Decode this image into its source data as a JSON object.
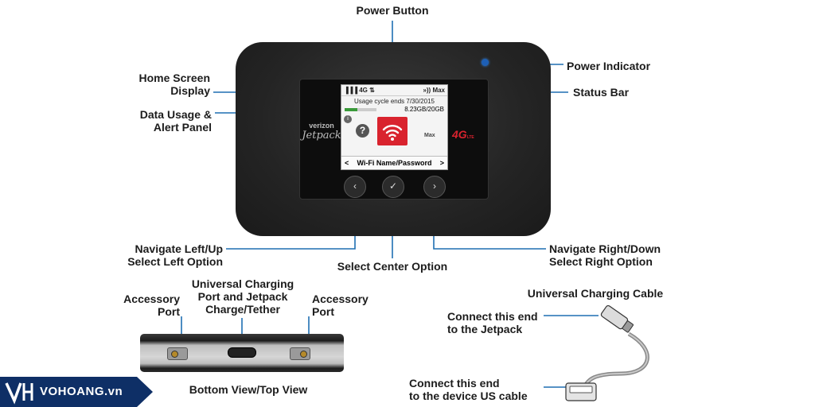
{
  "labels": {
    "power_button": "Power Button",
    "power_indicator": "Power Indicator",
    "home_screen_display": [
      "Home Screen",
      "Display"
    ],
    "status_bar": "Status Bar",
    "data_usage_alert": [
      "Data Usage &",
      "Alert Panel"
    ],
    "navigate_left": [
      "Navigate Left/Up",
      "Select Left Option"
    ],
    "select_center": "Select Center Option",
    "navigate_right": [
      "Navigate Right/Down",
      "Select Right Option"
    ],
    "accessory_port_left": [
      "Accessory",
      "Port"
    ],
    "universal_charging_port": [
      "Universal Charging",
      "Port and Jetpack",
      "Charge/Tether"
    ],
    "accessory_port_right": [
      "Accessory",
      "Port"
    ],
    "bottom_view": "Bottom View/Top View",
    "universal_charging_cable": "Universal Charging Cable",
    "connect_jetpack": [
      "Connect this end",
      "to the Jetpack"
    ],
    "connect_device": [
      "Connect this end",
      "to the device US cable"
    ]
  },
  "screen": {
    "status_left": "▐▐▐ 4G ⇅",
    "status_right": "»)) Max",
    "usage_cycle": "Usage cycle ends 7/30/2015",
    "usage_amount": "8.23GB/20GB",
    "usage_fraction": 0.41,
    "help_glyph": "?",
    "max_label": "Max",
    "network_label": "Wi-Fi Name/Password",
    "nav_left_glyph": "<",
    "nav_right_glyph": ">"
  },
  "device": {
    "brand": "verizon",
    "model": "Jetpack",
    "network_badge": "4G",
    "network_badge_sub": "LTE",
    "btn_left_glyph": "‹",
    "btn_center_glyph": "✓",
    "btn_right_glyph": "›"
  },
  "logo": {
    "text": "VOHOANG.vn"
  },
  "colors": {
    "callout_line": "#1f6fb2",
    "accent_red": "#d9232e",
    "logo_bg": "#0e2f66"
  }
}
